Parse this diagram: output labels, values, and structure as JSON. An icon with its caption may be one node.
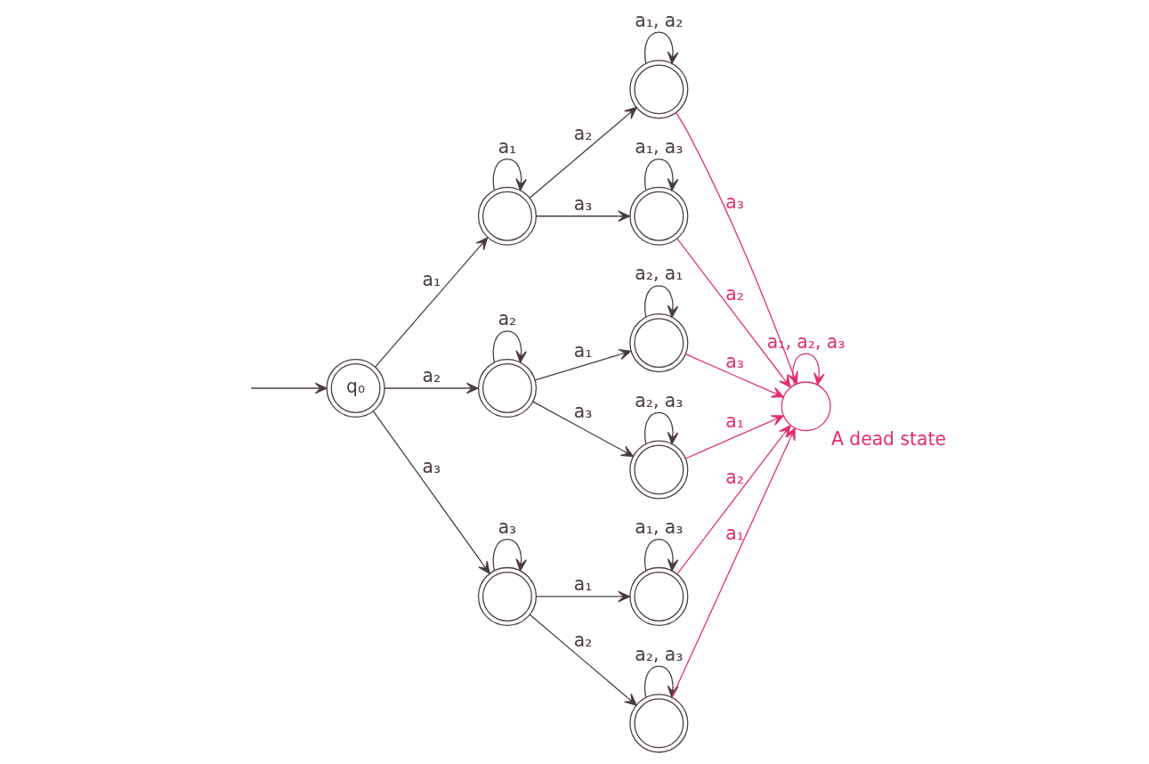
{
  "diagram": {
    "nodes": [
      {
        "text": [
          "q₀"
        ]
      },
      {
        "text": [],
        "shape": "doublecircle"
      },
      {
        "text": [],
        "shape": "doublecircle"
      },
      {
        "text": [],
        "shape": "doublecircle"
      },
      {
        "text": [],
        "shape": "doublecircle"
      },
      {
        "text": [],
        "shape": "doublecircle"
      },
      {
        "text": [],
        "shape": "doublecircle"
      },
      {
        "text": [],
        "shape": "doublecircle"
      },
      {
        "text": [],
        "shape": "doublecircle"
      },
      {
        "text": [],
        "shape": "doublecircle"
      },
      {
        "text": [],
        "shape": "circle",
        "beside": [
          "A dead state"
        ]
      }
    ],
    "edges": [
      {
        "from": null,
        "to": 0,
        "arrow": "to"
      },
      {
        "from": 0,
        "to": 1,
        "arrow": "to",
        "label": "a₁"
      },
      {
        "from": 0,
        "to": 4,
        "arrow": "to",
        "label": "a₂"
      },
      {
        "from": 0,
        "to": 7,
        "arrow": "to",
        "label": "a₃"
      },
      {
        "from": 1,
        "to": 1,
        "arrow": "to",
        "label": "a₁"
      },
      {
        "from": 1,
        "to": 2,
        "arrow": "to",
        "label": "a₂"
      },
      {
        "from": 1,
        "to": 3,
        "arrow": "to",
        "label": "a₃"
      },
      {
        "from": 2,
        "to": 2,
        "arrow": "to",
        "label": "a₁, a₂"
      },
      {
        "from": 3,
        "to": 3,
        "arrow": "to",
        "label": "a₁, a₃"
      },
      {
        "from": 4,
        "to": 4,
        "arrow": "to",
        "label": "a₂"
      },
      {
        "from": 4,
        "to": 5,
        "arrow": "to",
        "label": "a₁"
      },
      {
        "from": 4,
        "to": 6,
        "arrow": "to",
        "label": "a₃"
      },
      {
        "from": 5,
        "to": 5,
        "arrow": "to",
        "label": "a₂, a₁"
      },
      {
        "from": 6,
        "to": 6,
        "arrow": "to",
        "label": "a₂, a₃"
      },
      {
        "from": 7,
        "to": 7,
        "arrow": "to",
        "label": "a₃"
      },
      {
        "from": 7,
        "to": 8,
        "arrow": "to",
        "label": "a₁"
      },
      {
        "from": 7,
        "to": 9,
        "arrow": "to",
        "label": "a₂"
      },
      {
        "from": 8,
        "to": 8,
        "arrow": "to",
        "label": "a₁, a₃"
      },
      {
        "from": 9,
        "to": 9,
        "arrow": "to",
        "label": "a₂, a₃"
      },
      {
        "from": 2,
        "to": 10,
        "arrow": "to",
        "label": "a₃",
        "color": "#e0306a"
      },
      {
        "from": 3,
        "to": 10,
        "arrow": "to",
        "label": "a₂",
        "color": "#e0306a"
      },
      {
        "from": 5,
        "to": 10,
        "arrow": "to",
        "label": "a₃",
        "color": "#e0306a"
      },
      {
        "from": 6,
        "to": 10,
        "arrow": "to",
        "label": "a₁",
        "color": "#e0306a"
      },
      {
        "from": 8,
        "to": 10,
        "arrow": "to",
        "label": "a₂",
        "color": "#e0306a"
      },
      {
        "from": 9,
        "to": 10,
        "arrow": "to",
        "label": "a₁",
        "color": "#e0306a"
      },
      {
        "from": 10,
        "to": 10,
        "arrow": "to",
        "label": "a₁, a₂, a₃",
        "color": "#e0306a"
      }
    ]
  }
}
